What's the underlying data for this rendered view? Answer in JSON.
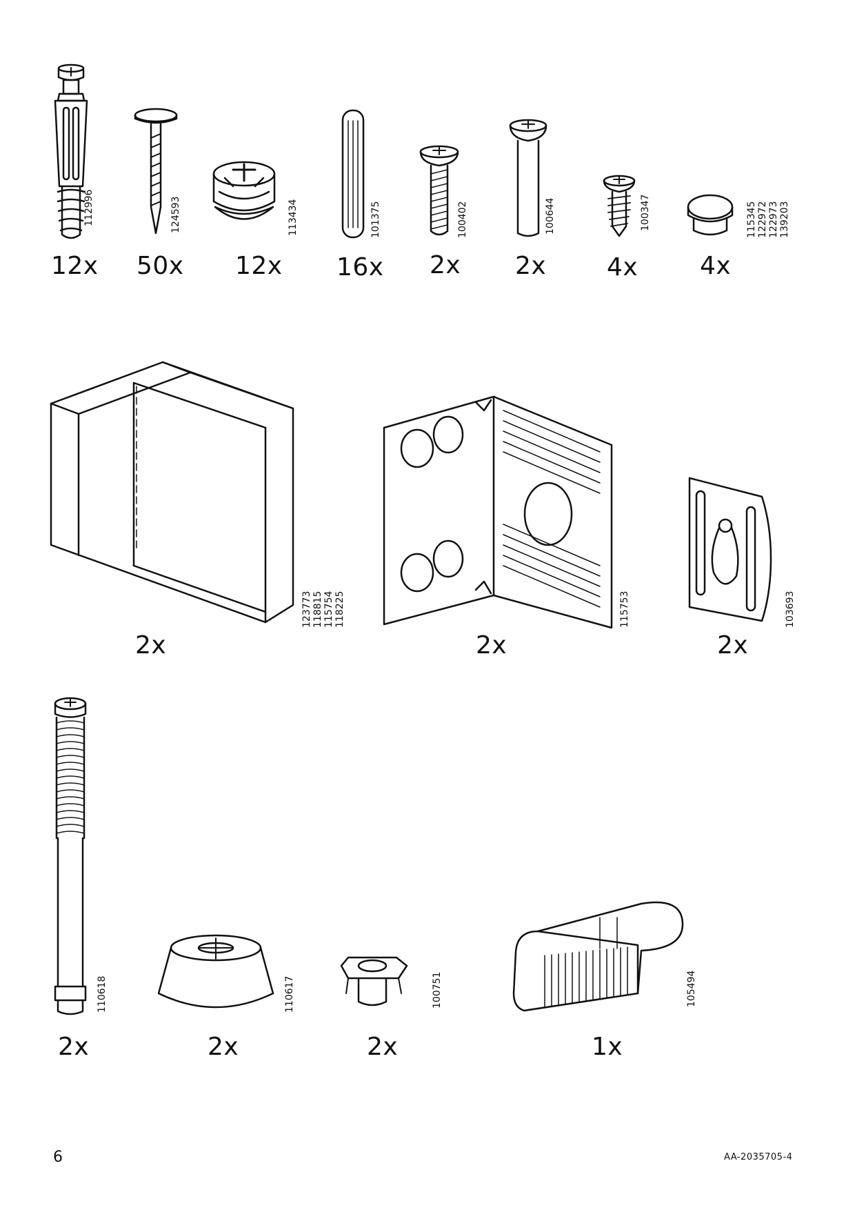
{
  "page_number": "6",
  "document_id": "AA-2035705-4",
  "parts": [
    {
      "id": "112996",
      "numbers": [
        "112996"
      ],
      "quantity": "12x"
    },
    {
      "id": "124593",
      "numbers": [
        "124593"
      ],
      "quantity": "50x"
    },
    {
      "id": "113434",
      "numbers": [
        "113434"
      ],
      "quantity": "12x"
    },
    {
      "id": "101375",
      "numbers": [
        "101375"
      ],
      "quantity": "16x"
    },
    {
      "id": "100402",
      "numbers": [
        "100402"
      ],
      "quantity": "2x"
    },
    {
      "id": "100644",
      "numbers": [
        "100644"
      ],
      "quantity": "2x"
    },
    {
      "id": "100347",
      "numbers": [
        "100347"
      ],
      "quantity": "4x"
    },
    {
      "id": "115345",
      "numbers": [
        "115345",
        "122972",
        "122973",
        "139203"
      ],
      "quantity": "4x"
    },
    {
      "id": "123773",
      "numbers": [
        "123773",
        "118815",
        "115754",
        "118225"
      ],
      "quantity": "2x"
    },
    {
      "id": "115753",
      "numbers": [
        "115753"
      ],
      "quantity": "2x"
    },
    {
      "id": "103693",
      "numbers": [
        "103693"
      ],
      "quantity": "2x"
    },
    {
      "id": "110618",
      "numbers": [
        "110618"
      ],
      "quantity": "2x"
    },
    {
      "id": "110617",
      "numbers": [
        "110617"
      ],
      "quantity": "2x"
    },
    {
      "id": "100751",
      "numbers": [
        "100751"
      ],
      "quantity": "2x"
    },
    {
      "id": "105494",
      "numbers": [
        "105494"
      ],
      "quantity": "1x"
    }
  ]
}
